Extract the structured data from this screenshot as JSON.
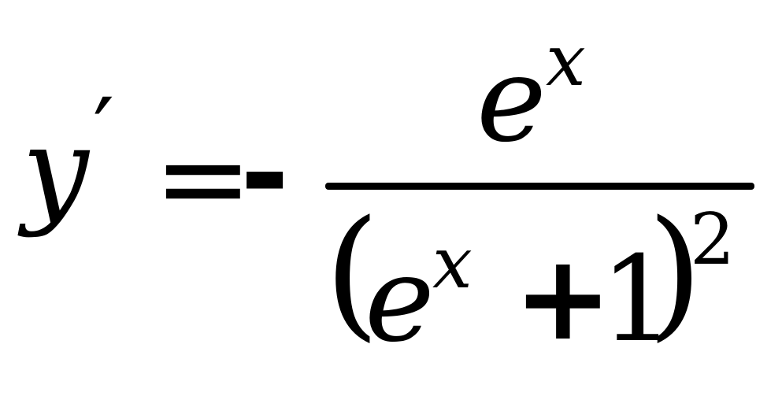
{
  "formula": {
    "lhs": {
      "variable": "y",
      "prime": "′"
    },
    "equals": "=",
    "sign": "-",
    "numerator": {
      "base": "e",
      "exponent": "x"
    },
    "denominator": {
      "open_paren": "(",
      "base": "e",
      "exponent": "x",
      "plus": "+",
      "one": "1",
      "close_paren": ")",
      "power": "2"
    }
  },
  "colors": {
    "ink": "#000000",
    "background": "#ffffff"
  }
}
